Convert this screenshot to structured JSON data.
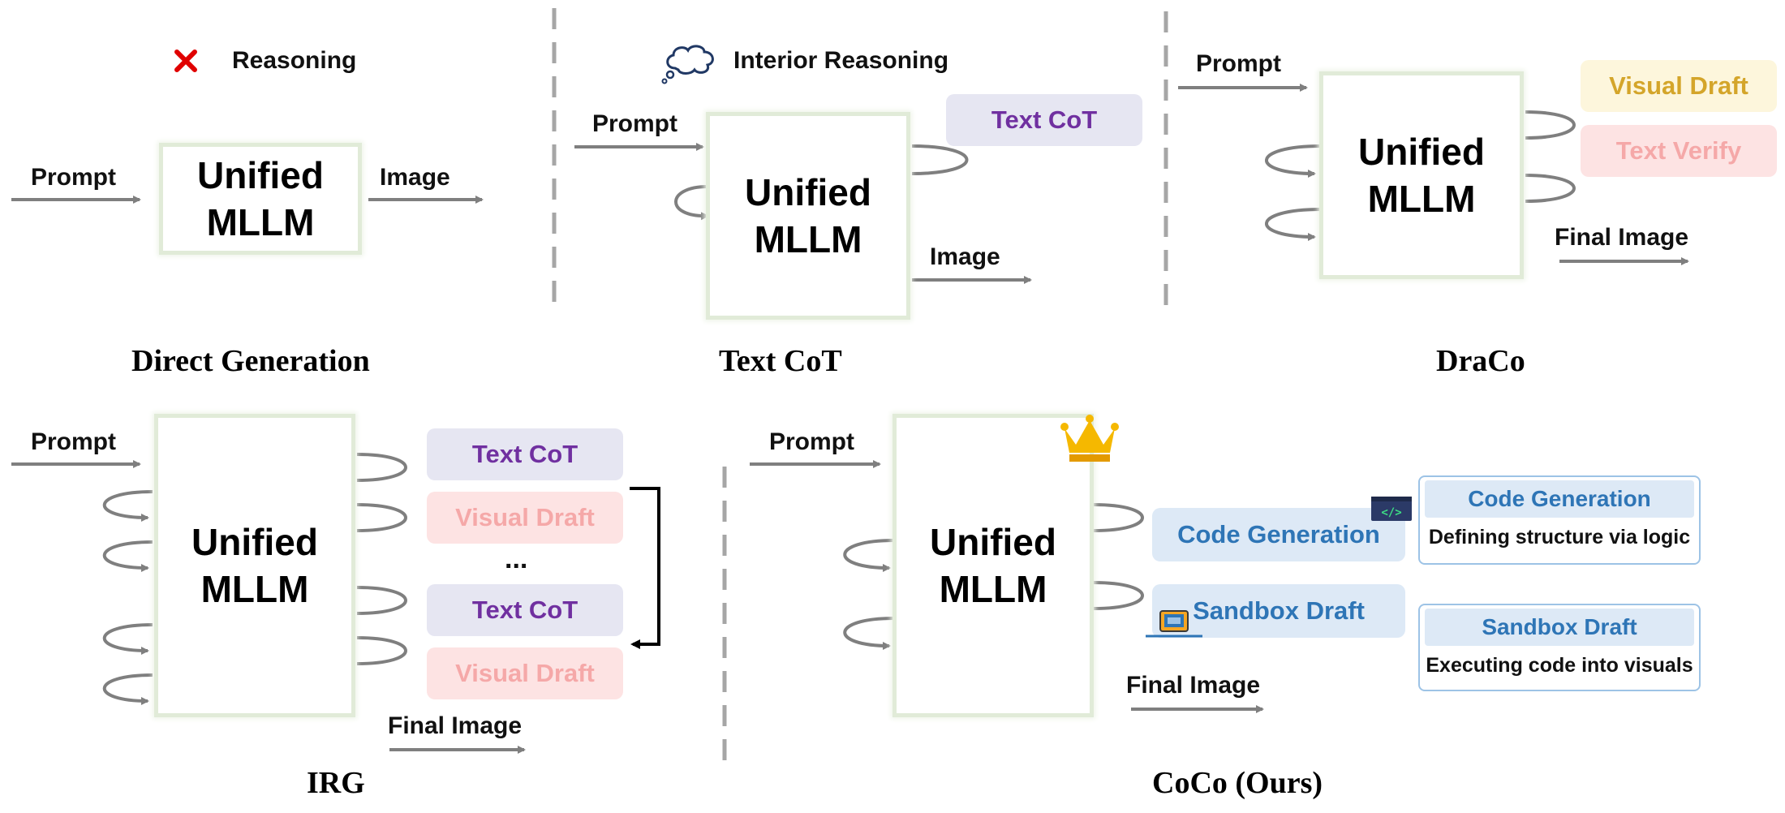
{
  "direct": {
    "reasoning_label": "Reasoning",
    "prompt": "Prompt",
    "model_line1": "Unified",
    "model_line2": "MLLM",
    "image": "Image",
    "caption": "Direct Generation"
  },
  "textcot": {
    "reasoning_label": "Interior Reasoning",
    "prompt": "Prompt",
    "model_line1": "Unified",
    "model_line2": "MLLM",
    "cot": "Text CoT",
    "image": "Image",
    "caption": "Text CoT"
  },
  "draco": {
    "prompt": "Prompt",
    "model_line1": "Unified",
    "model_line2": "MLLM",
    "visual_draft": "Visual Draft",
    "text_verify": "Text Verify",
    "final_image": "Final Image",
    "caption": "DraCo"
  },
  "irg": {
    "prompt": "Prompt",
    "model_line1": "Unified",
    "model_line2": "MLLM",
    "cot_1": "Text CoT",
    "draft_1": "Visual Draft",
    "ellipsis": "...",
    "cot_2": "Text CoT",
    "draft_2": "Visual Draft",
    "final_image": "Final Image",
    "caption": "IRG"
  },
  "coco": {
    "prompt": "Prompt",
    "model_line1": "Unified",
    "model_line2": "MLLM",
    "code_gen": "Code Generation",
    "sandbox": "Sandbox Draft",
    "final_image": "Final Image",
    "card1_title": "Code Generation",
    "card1_body": "Defining structure via logic",
    "card2_title": "Sandbox Draft",
    "card2_body": "Executing code into visuals",
    "caption": "CoCo (Ours)"
  },
  "colors": {
    "arrow": "#7f7f7f",
    "divider": "#a6a6a6",
    "purple_text": "#7030a0",
    "blue_text": "#2e75b6",
    "pink_text": "#f5a8a8",
    "yellow_text": "#d4a52a",
    "cross": "#e00000",
    "crown": "#f5b800"
  },
  "icons": [
    "cross-icon",
    "thought-cloud-icon",
    "crown-icon",
    "code-window-icon",
    "laptop-icon"
  ]
}
